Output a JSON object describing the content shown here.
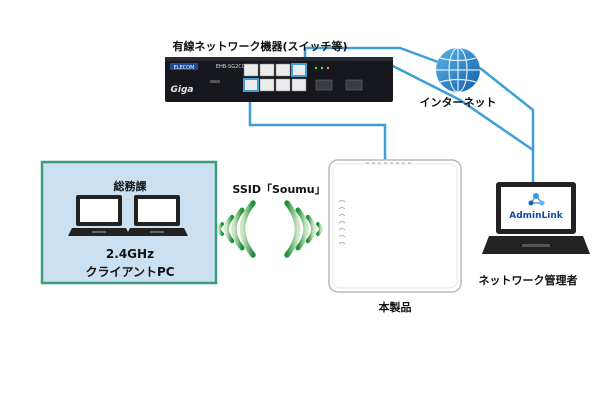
{
  "switch_device": {
    "title": "有線ネットワーク機器(スイッチ等)",
    "brand": "ELECOM",
    "model": "EHB-SG2C08",
    "logo": "Giga"
  },
  "internet": {
    "label": "インターネット"
  },
  "client_group": {
    "title": "総務課",
    "line1": "2.4GHz",
    "line2": "クライアントPC"
  },
  "wireless": {
    "ssid_label": "SSID「Soumu」"
  },
  "product": {
    "label": "本製品"
  },
  "admin": {
    "label": "ネットワーク管理者",
    "app_name": "AdminLink"
  },
  "colors": {
    "cable": "#3d9fd6",
    "group_fill": "#cbe1f2",
    "group_border": "#3b9b7e",
    "wifi_green": "#1f8e3a",
    "globe": "#1a73bf"
  }
}
